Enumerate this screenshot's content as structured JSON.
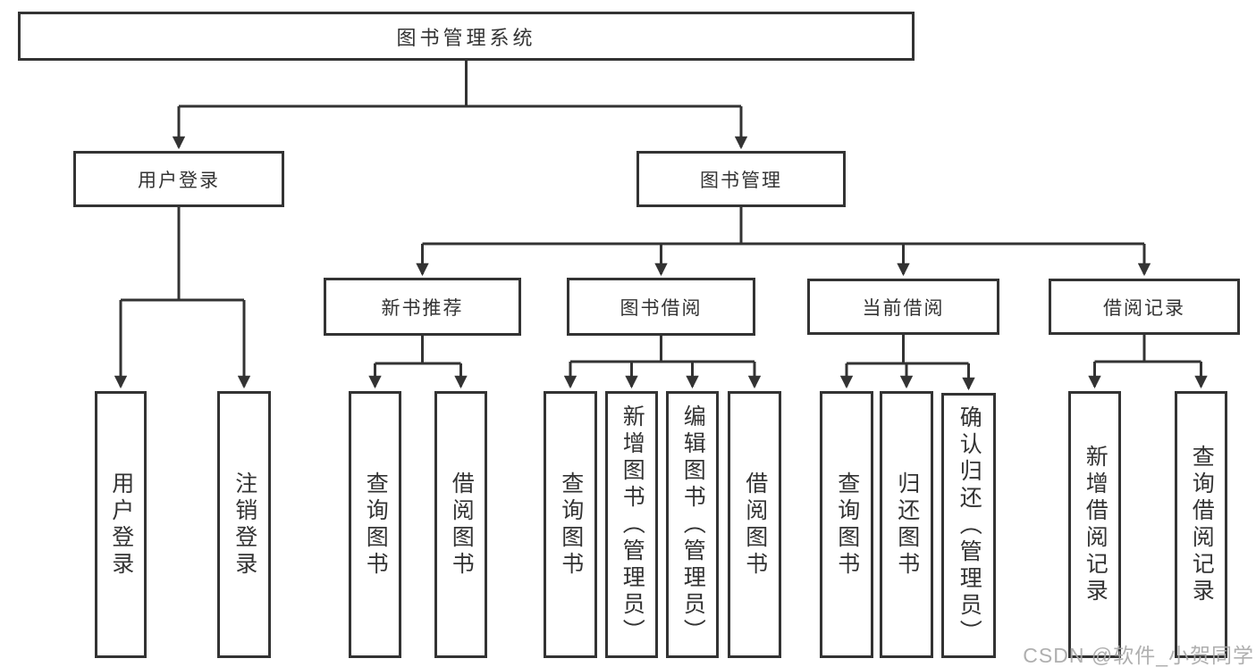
{
  "diagram_title": "图书管理系统",
  "tree": {
    "label": "图书管理系统",
    "children": [
      {
        "label": "用户登录",
        "children": [
          {
            "label": "用户登录"
          },
          {
            "label": "注销登录"
          }
        ]
      },
      {
        "label": "图书管理",
        "children": [
          {
            "label": "新书推荐",
            "children": [
              {
                "label": "查询图书"
              },
              {
                "label": "借阅图书"
              }
            ]
          },
          {
            "label": "图书借阅",
            "children": [
              {
                "label": "查询图书"
              },
              {
                "label": "新增图书（管理员）"
              },
              {
                "label": "编辑图书（管理员）"
              },
              {
                "label": "借阅图书"
              }
            ]
          },
          {
            "label": "当前借阅",
            "children": [
              {
                "label": "查询图书"
              },
              {
                "label": "归还图书"
              },
              {
                "label": "确认归还（管理员）"
              }
            ]
          },
          {
            "label": "借阅记录",
            "children": [
              {
                "label": "新增借阅记录"
              },
              {
                "label": "查询借阅记录"
              }
            ]
          }
        ]
      }
    ]
  },
  "watermark": {
    "text": "CSDN @软件_小贺同学"
  },
  "colors": {
    "line": "#333333",
    "box_border": "#333333",
    "text": "#333333",
    "background": "#ffffff",
    "watermark": "#a8a8a8"
  }
}
